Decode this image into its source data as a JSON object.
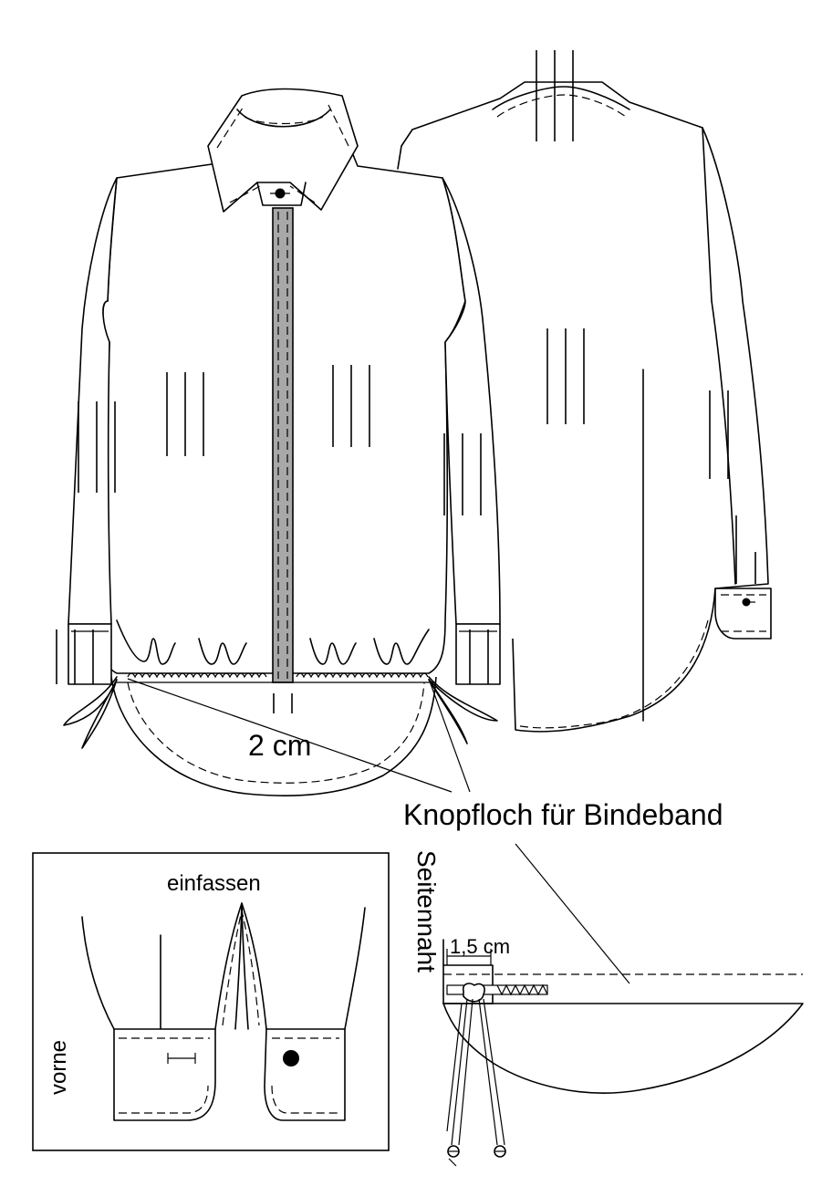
{
  "labels": {
    "two_cm": "2 cm",
    "buttonhole_tie": "Knopfloch für Bindeband",
    "side_seam": "Seitennaht",
    "bind": "einfassen",
    "front": "vorne",
    "one_five_cm": "1,5 cm"
  },
  "colors": {
    "line": "#000000",
    "placket_fill": "#a8a8a8",
    "background": "#ffffff"
  },
  "icons": {
    "button": "filled-circle",
    "buttonhole": "bar"
  }
}
